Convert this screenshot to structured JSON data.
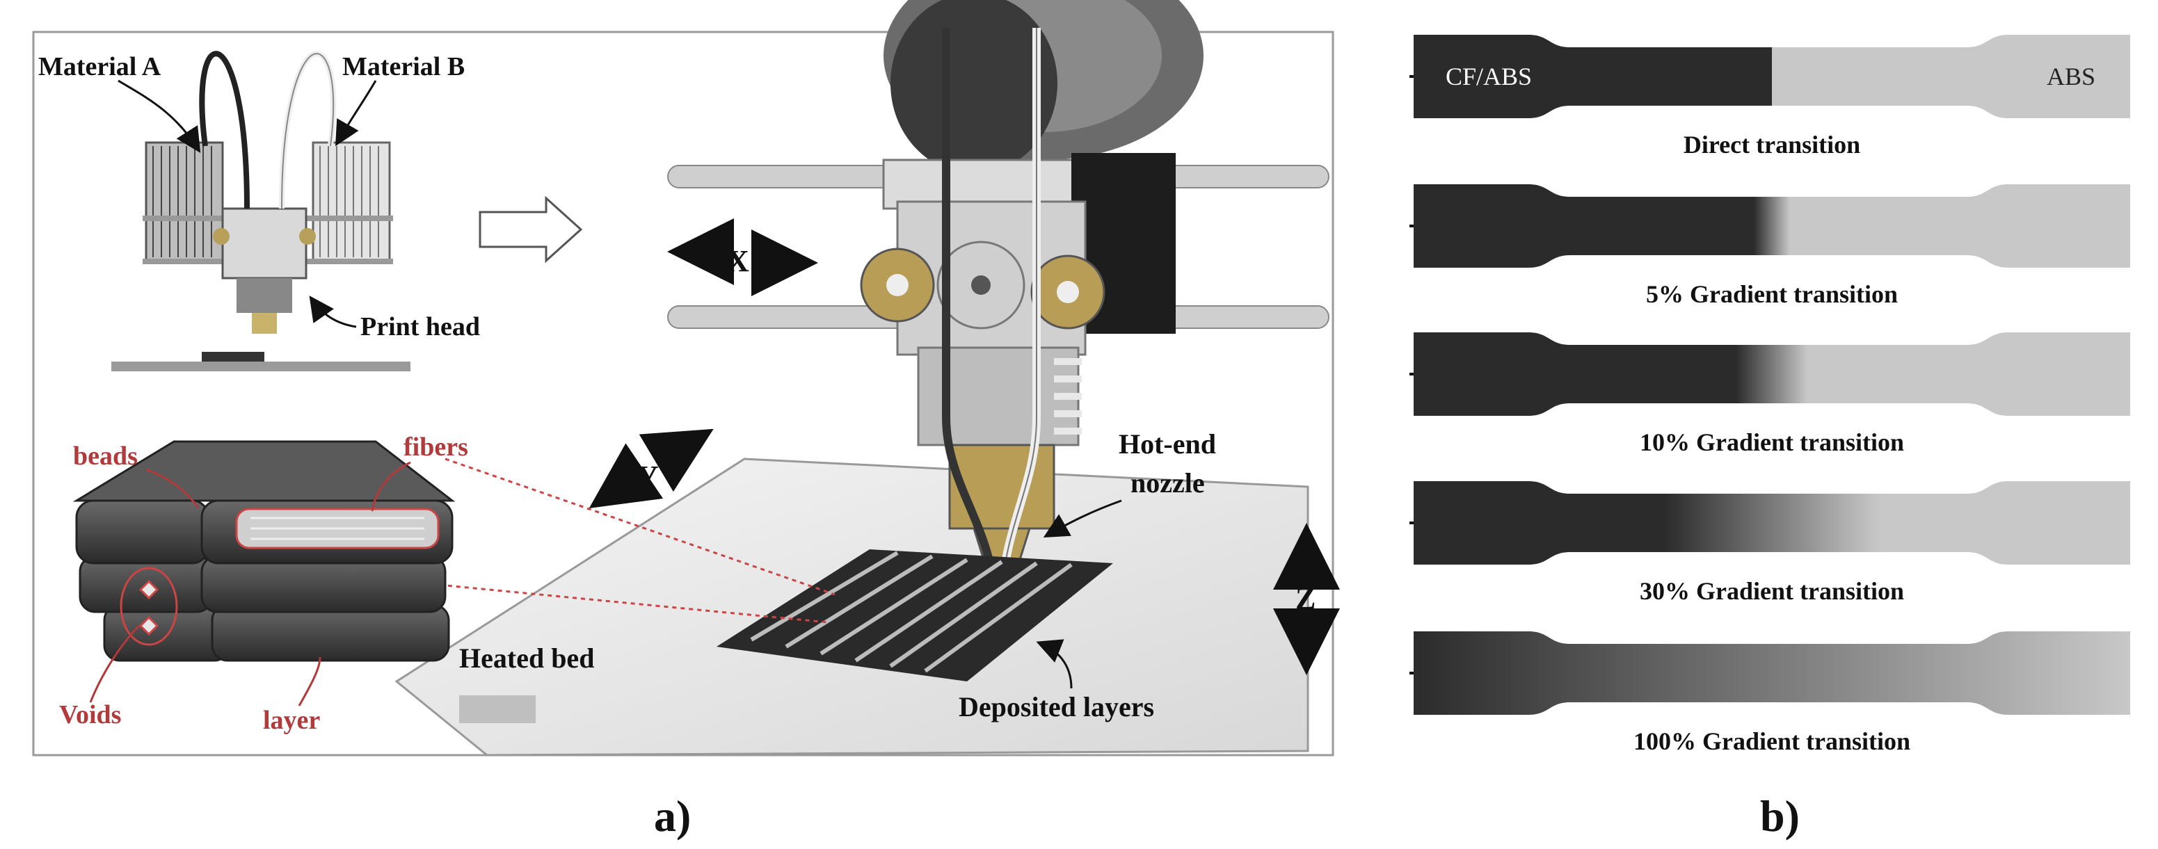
{
  "panel_a": {
    "label": "a)",
    "material_a": "Material A",
    "material_b": "Material B",
    "print_head": "Print head",
    "axis_x": "X",
    "axis_y": "Y",
    "axis_z": "Z",
    "hot_end": "Hot-end",
    "nozzle": "nozzle",
    "heated_bed": "Heated bed",
    "deposited_layers": "Deposited layers",
    "beads": "beads",
    "fibers": "fibers",
    "voids": "Voids",
    "layer": "layer"
  },
  "panel_b": {
    "label": "b)",
    "left_material": "CF/ABS",
    "right_material": "ABS",
    "dark_color": "#2b2b2b",
    "light_color": "#c8c8c8",
    "specimens": [
      {
        "caption": "Direct transition",
        "gradient_percent": 0
      },
      {
        "caption": "5% Gradient transition",
        "gradient_percent": 5
      },
      {
        "caption": "10% Gradient transition",
        "gradient_percent": 10
      },
      {
        "caption": "30% Gradient transition",
        "gradient_percent": 30
      },
      {
        "caption": "100% Gradient transition",
        "gradient_percent": 100
      }
    ]
  }
}
